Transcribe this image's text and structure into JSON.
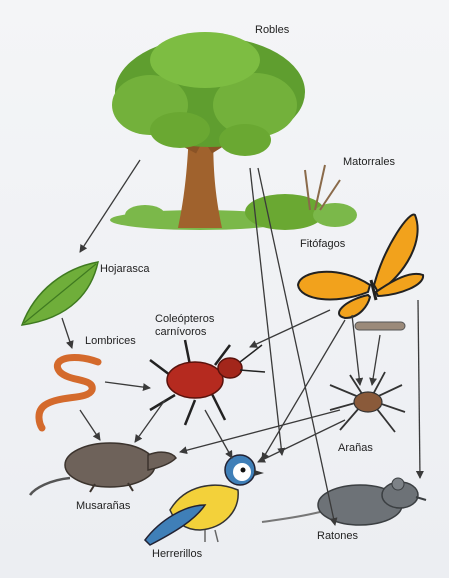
{
  "labels": {
    "robles": "Robles",
    "matorrales": "Matorrales",
    "hojarasca": "Hojarasca",
    "fitofagos": "Fitófagos",
    "lombrices": "Lombrices",
    "coleopteros": "Coleópteros\ncarnívoros",
    "aranas": "Arañas",
    "musaranas": "Musarañas",
    "herrerillos": "Herrerillos",
    "ratones": "Ratones"
  },
  "icons": [
    "oak-tree",
    "shrub",
    "leaf",
    "butterfly",
    "caterpillar",
    "earthworm",
    "beetle",
    "spider",
    "shrew",
    "blue-tit-bird",
    "mouse"
  ],
  "colors": {
    "arrow": "#3a3a3a",
    "foliage": "#6aa832",
    "trunk": "#a0622d",
    "butterfly": "#f2a21c",
    "beetle": "#b52a1f",
    "shrew": "#6e625a",
    "mouse": "#6d7277",
    "bird_blue": "#3f7fb8",
    "bird_yellow": "#f3d13a"
  }
}
